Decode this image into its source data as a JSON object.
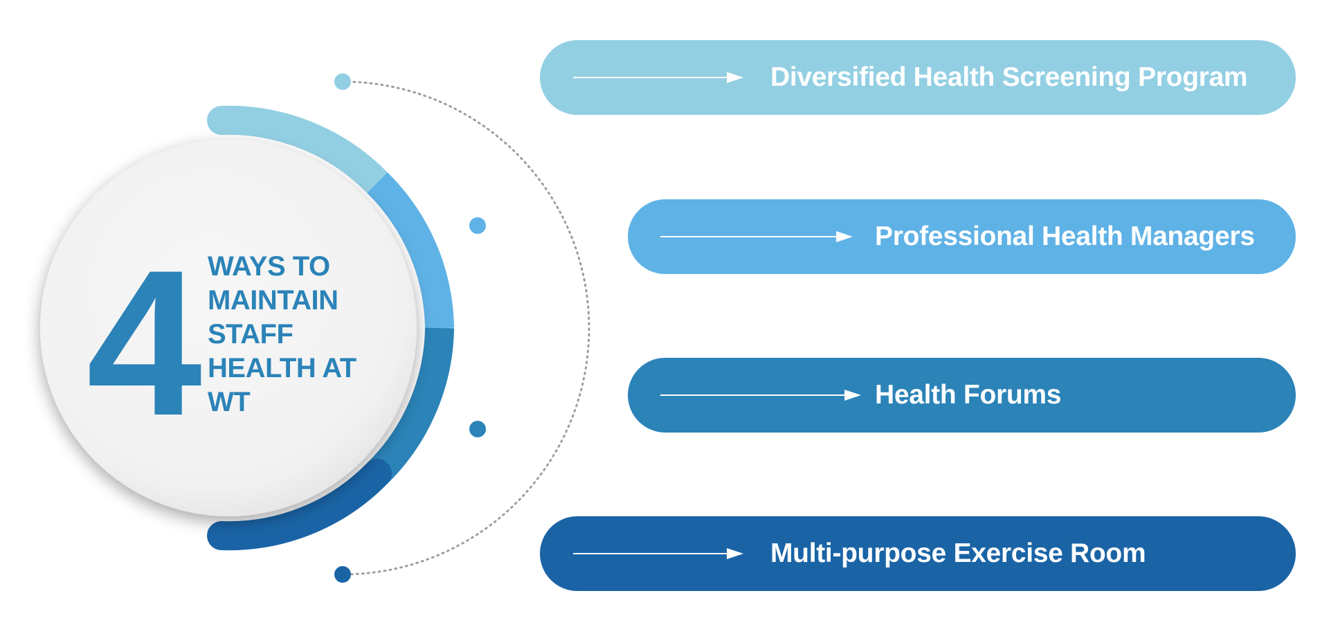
{
  "hub": {
    "number": "4",
    "caption_lines": [
      "WAYS TO",
      "MAINTAIN",
      "STAFF",
      "HEALTH AT",
      "WT"
    ]
  },
  "colors": {
    "light_blue": "#93cfe3",
    "sky_blue": "#5fb2e6",
    "mid_blue": "#2b83b8",
    "dark_blue": "#1a64a6",
    "hub_text": "#2b83b8",
    "dots": "#9e9e9e"
  },
  "items": [
    {
      "label": "Diversified Health Screening Program",
      "color": "#93cfe3",
      "icon": "arrow-right-icon"
    },
    {
      "label": "Professional Health Managers",
      "color": "#5fb2e6",
      "icon": "arrow-right-icon"
    },
    {
      "label": "Health Forums",
      "color": "#2b83b8",
      "icon": "arrow-right-icon"
    },
    {
      "label": "Multi-purpose Exercise Room",
      "color": "#1a64a6",
      "icon": "arrow-right-icon"
    }
  ]
}
